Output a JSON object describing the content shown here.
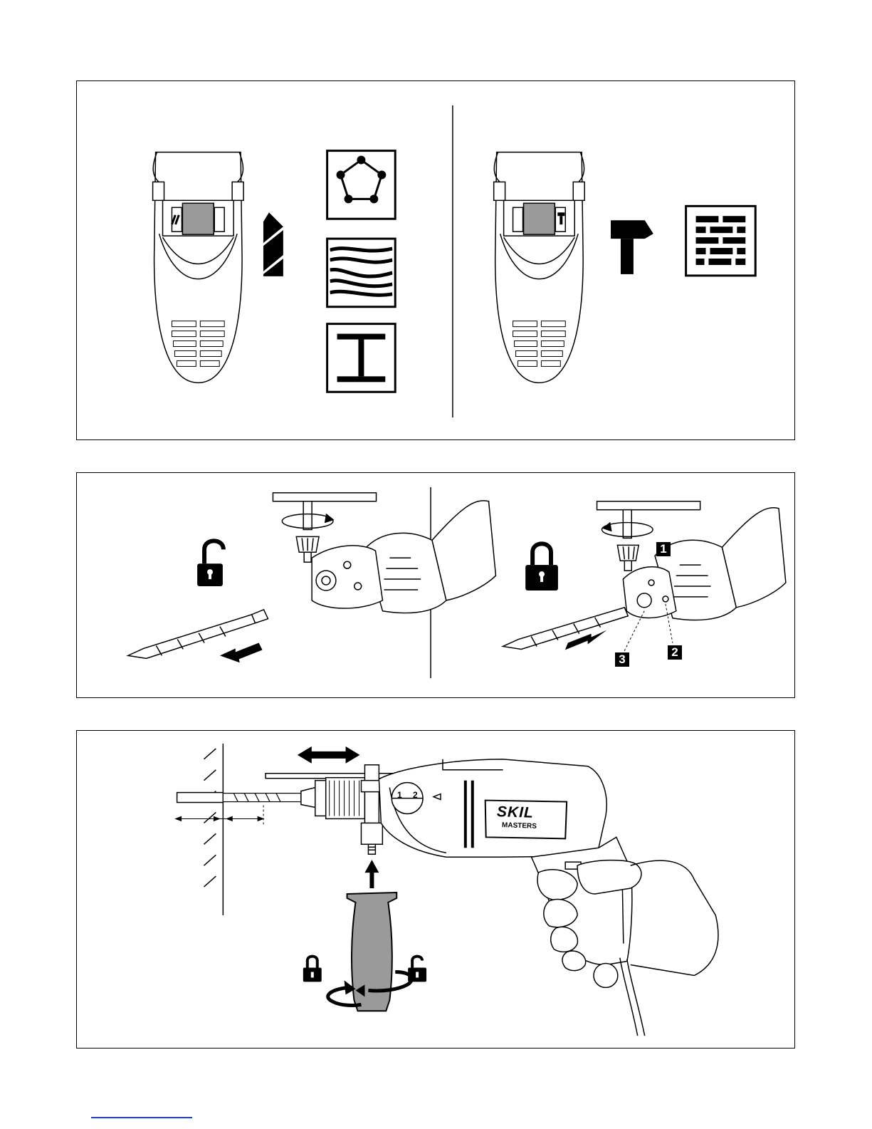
{
  "document": {
    "footer_link_color": "#1b3fd6",
    "accent_gray": "#9a9a9a"
  },
  "panel1": {
    "left": {
      "mode_icon": "drill-bit-icon",
      "materials": [
        "metal-icon",
        "wood-icon",
        "steel-beam-icon"
      ]
    },
    "right": {
      "mode_icon": "hammer-icon",
      "materials": [
        "brick-wall-icon"
      ]
    }
  },
  "panel2": {
    "left": {
      "lock_state": "unlock-icon",
      "arrow": "remove-bit-arrow-icon"
    },
    "right": {
      "lock_state": "lock-icon",
      "step_labels": {
        "one": "1",
        "two": "2",
        "three": "3"
      }
    }
  },
  "panel3": {
    "brand": "SKIL",
    "model": "MASTERS",
    "gear_selector": {
      "one": "1",
      "two": "2"
    }
  }
}
